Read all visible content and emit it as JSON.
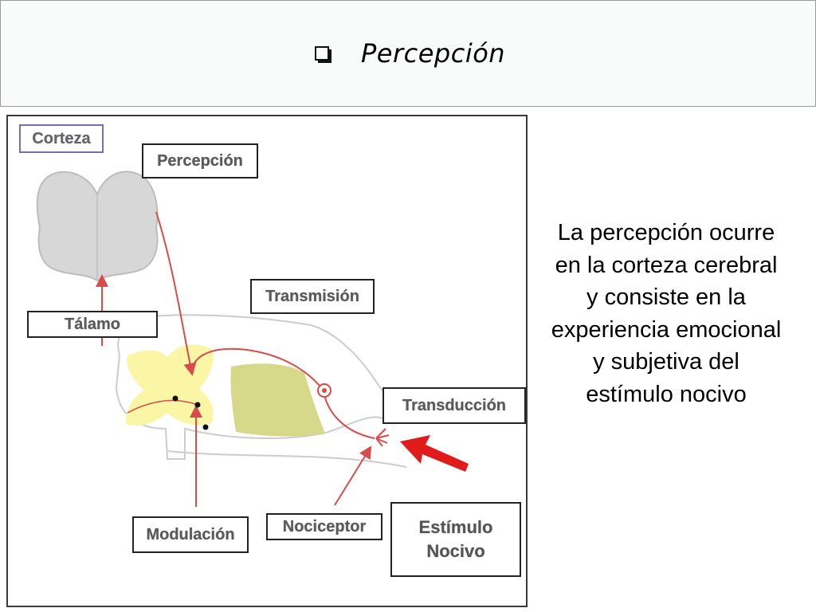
{
  "title": "Percepción",
  "colors": {
    "pathway": "#d94a4a",
    "gray_matter": "#fbf5a6",
    "white_matter": "#d6d98a",
    "brain": "#d7d7d7",
    "stimulus_arrow": "#e11a1a"
  },
  "icons": {
    "title_bullet": "checkbox-bullet-icon"
  },
  "diagram": {
    "labels": {
      "corteza": "Corteza",
      "percepcion": "Percepción",
      "transmision": "Transmisión",
      "talamo": "Tálamo",
      "transduccion": "Transducción",
      "modulacion": "Modulación",
      "nociceptor": "Nociceptor",
      "estimulo_line1": "Estímulo",
      "estimulo_line2": "Nocivo"
    }
  },
  "description": "La percepción ocurre en la corteza cerebral y consiste en la experiencia emocional y subjetiva del estímulo nocivo"
}
